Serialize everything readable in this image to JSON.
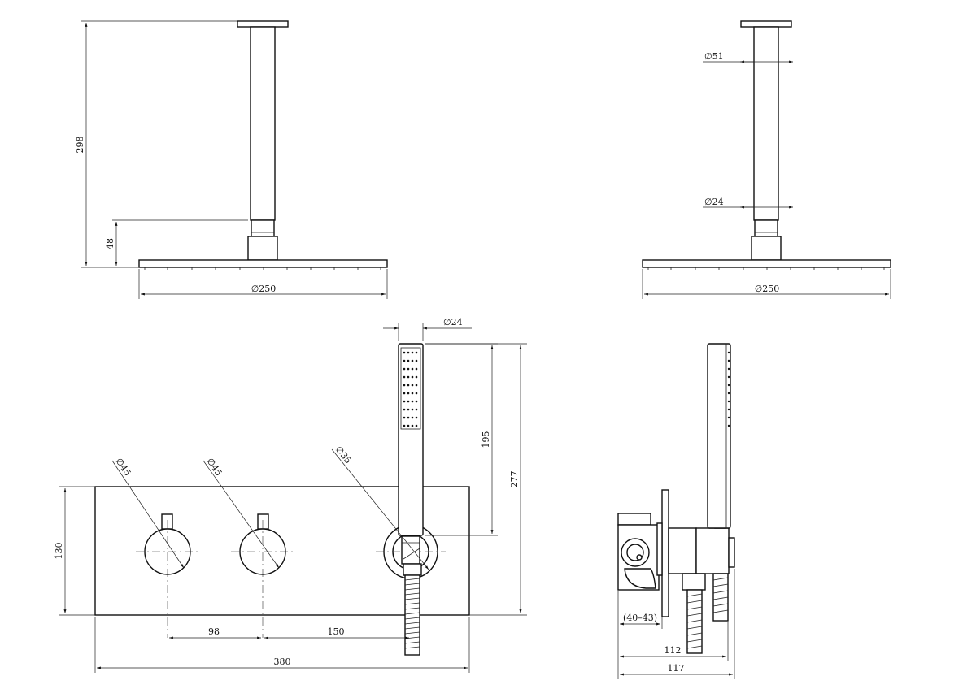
{
  "dimensions": {
    "top_left_height": "298",
    "top_left_neck": "48",
    "top_left_width": "∅250",
    "top_right_rod_dia": "∅51",
    "top_right_neck_dia": "∅24",
    "top_right_width": "∅250",
    "handset_dia": "∅24",
    "handset_length": "195",
    "total_height": "277",
    "plate_height": "130",
    "knob1_dia": "∅45",
    "knob2_dia": "∅45",
    "outlet_dia": "∅35",
    "spacing_1": "98",
    "spacing_2": "150",
    "plate_width": "380",
    "depth_range": "(40–43)",
    "side_depth_1": "112",
    "side_depth_2": "117"
  }
}
